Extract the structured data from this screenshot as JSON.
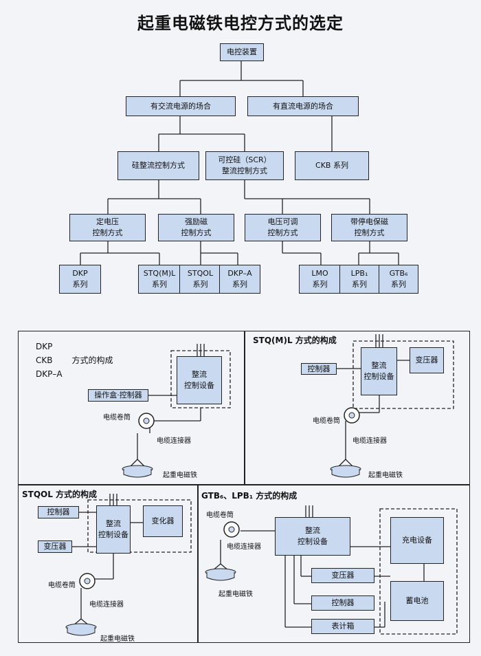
{
  "title": "起重电磁铁电控方式的选定",
  "tree": {
    "root": "电控装置",
    "ac": "有交流电源的场合",
    "dc": "有直流电源的场合",
    "si": "硅整流控制方式",
    "scr1": "可控硅（SCR）",
    "scr2": "整流控制方式",
    "ckb": "CKB 系列",
    "m1a": "定电压",
    "m1b": "控制方式",
    "m2a": "强励磁",
    "m2b": "控制方式",
    "m3a": "电压可调",
    "m3b": "控制方式",
    "m4a": "带停电保磁",
    "m4b": "控制方式",
    "series_suffix": "系列",
    "leaves": [
      "DKP",
      "STQ(M)L",
      "STQOL",
      "DKP–A",
      "LMO",
      "LPB₁",
      "GTB₆"
    ]
  },
  "panels": {
    "p1": {
      "h1": "DKP",
      "h2": "CKB",
      "h2b": "方式的构成",
      "h3": "DKP–A",
      "rect1": "整流",
      "rect2": "控制设备",
      "op": "操作盒·控制器",
      "reel": "电缆卷筒",
      "conn": "电缆连接器",
      "magnet": "起重电磁铁"
    },
    "p2": {
      "heading": "STQ(M)L 方式的构成",
      "rect1": "整流",
      "rect2": "控制设备",
      "trans": "变压器",
      "ctrl": "控制器",
      "reel": "电缆卷筒",
      "conn": "电缆连接器",
      "magnet": "起重电磁铁"
    },
    "p3": {
      "heading": "STQOL 方式的构成",
      "ctrl": "控制器",
      "trans": "变压器",
      "rect1": "整流",
      "rect2": "控制设备",
      "conv": "变化器",
      "reel": "电缆卷筒",
      "conn": "电缆连接器",
      "magnet": "起重电磁铁"
    },
    "p4": {
      "heading": "GTB₆、LPB₁ 方式的构成",
      "reel": "电缆卷筒",
      "conn": "电缆连接器",
      "magnet": "起重电磁铁",
      "rect1": "整流",
      "rect2": "控制设备",
      "trans": "变压器",
      "ctrl": "控制器",
      "meter": "表计箱",
      "charge": "充电设备",
      "battery": "蓄电池"
    }
  }
}
